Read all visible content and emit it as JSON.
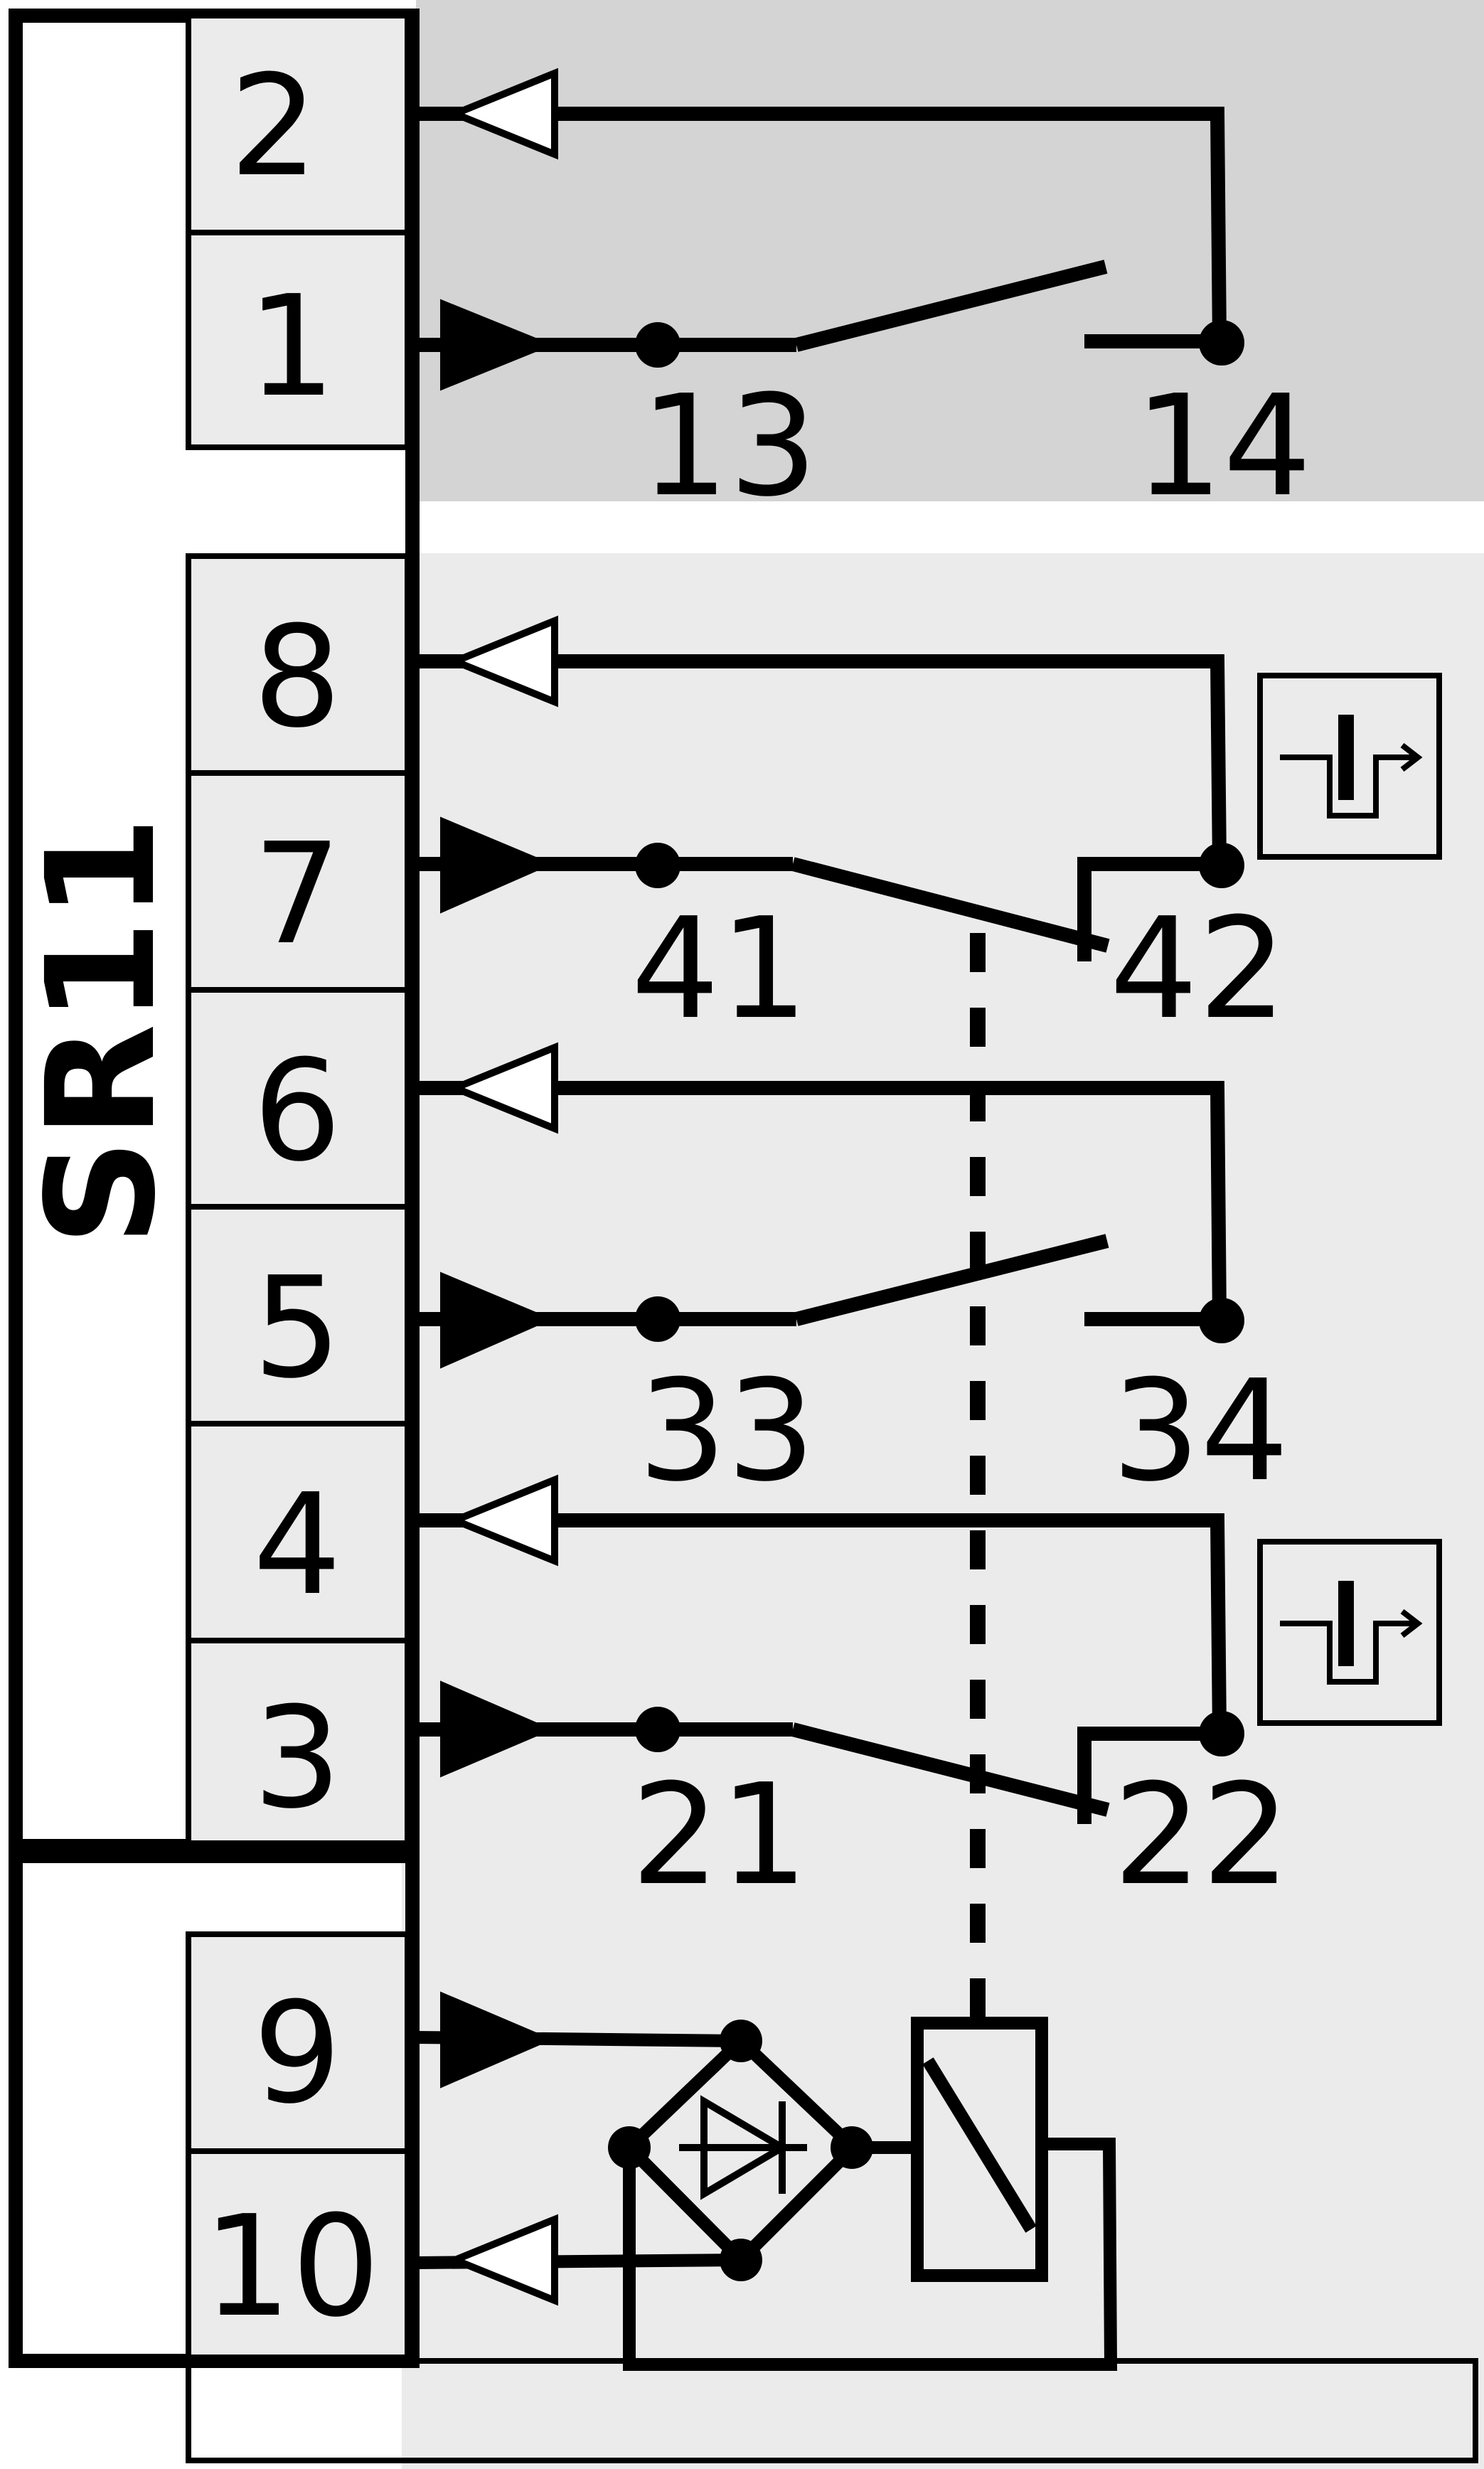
{
  "device": {
    "name": "SR11"
  },
  "terminals": {
    "t2": "2",
    "t1": "1",
    "t8": "8",
    "t7": "7",
    "t6": "6",
    "t5": "5",
    "t4": "4",
    "t3": "3",
    "t9": "9",
    "t10": "10"
  },
  "contacts": {
    "c13": "13",
    "c14": "14",
    "c41": "41",
    "c42": "42",
    "c33": "33",
    "c34": "34",
    "c21": "21",
    "c22": "22"
  },
  "colors": {
    "outline": "#000000",
    "terminal_fill": "#ebebeb",
    "top_zone": "#d4d4d4",
    "lower_zone": "#ebebeb",
    "background": "#ffffff"
  },
  "icons": {
    "force_guided_a": "positive-opening-symbol",
    "force_guided_b": "positive-opening-symbol"
  }
}
